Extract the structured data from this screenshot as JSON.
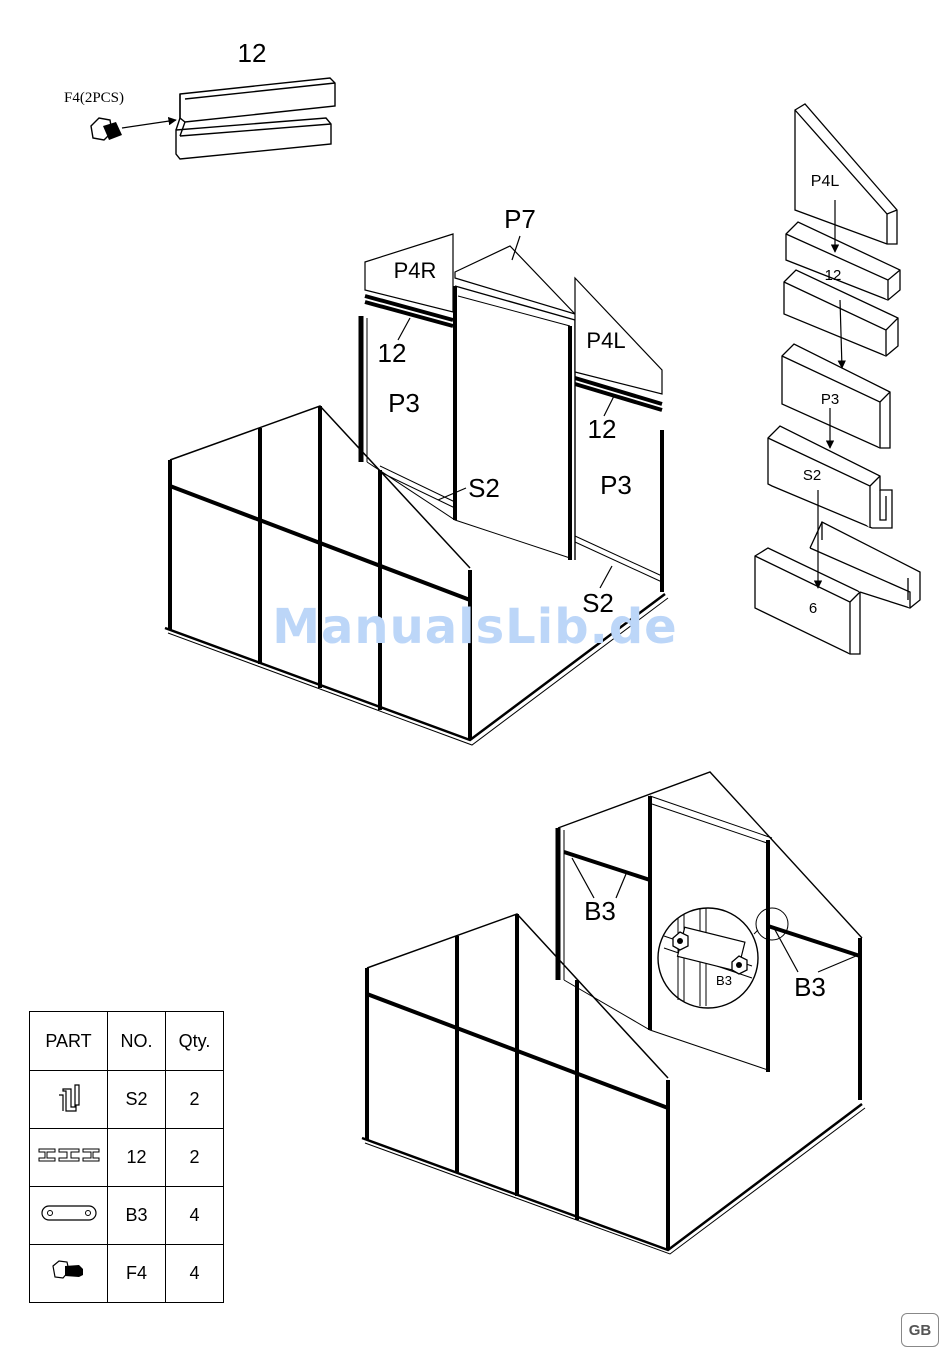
{
  "detail_top_left": {
    "part": "12",
    "fastener": "F4(2PCS)"
  },
  "assembly_top": {
    "labels": [
      "P7",
      "P4R",
      "P4L",
      "12",
      "12",
      "P3",
      "P3",
      "S2",
      "S2"
    ]
  },
  "stack_right": {
    "labels": [
      "P4L",
      "12",
      "P3",
      "S2",
      "6"
    ]
  },
  "assembly_bottom": {
    "labels": [
      "B3",
      "B3",
      "B3"
    ]
  },
  "watermark": "ManualsLib.de",
  "parts_table": {
    "headers": [
      "PART",
      "NO.",
      "Qty."
    ],
    "rows": [
      {
        "icon": "s2-profile-icon",
        "no": "S2",
        "qty": "2"
      },
      {
        "icon": "h-profile-12-icon",
        "no": "12",
        "qty": "2"
      },
      {
        "icon": "connector-plate-b3-icon",
        "no": "B3",
        "qty": "4"
      },
      {
        "icon": "bolt-f4-icon",
        "no": "F4",
        "qty": "4"
      }
    ]
  },
  "language_badge": "GB"
}
